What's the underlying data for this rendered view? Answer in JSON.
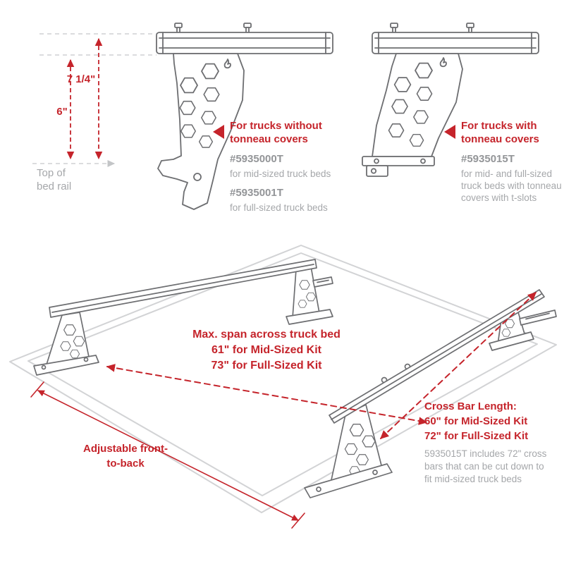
{
  "colors": {
    "red": "#c5242b",
    "gray_text": "#a5a7aa",
    "gray_strong": "#939598",
    "line_art": "#6d6e71",
    "bed_outline": "#d2d3d5"
  },
  "dims": {
    "upper": "7 1/4\"",
    "lower": "6\"",
    "rail_label": "Top of bed rail"
  },
  "left_callout": {
    "title": "For trucks without tonneau covers",
    "part1": "#5935000T",
    "part1_desc": "for mid-sized truck beds",
    "part2": "#5935001T",
    "part2_desc": "for full-sized truck beds"
  },
  "right_callout": {
    "title": "For trucks with tonneau covers",
    "part": "#5935015T",
    "desc": "for mid- and full-sized truck beds with tonneau covers with t-slots"
  },
  "span_note": {
    "line1": "Max. span across truck bed",
    "line2": "61\" for Mid-Sized Kit",
    "line3": "73\" for Full-Sized Kit"
  },
  "crossbar_note": {
    "title": "Cross Bar Length:",
    "line1": "60\" for Mid-Sized Kit",
    "line2": "72\" for Full-Sized Kit",
    "detail": "5935015T includes 72\" cross bars that can be cut down to fit mid-sized truck beds"
  },
  "adjust_note": {
    "text": "Adjustable front-to-back"
  }
}
